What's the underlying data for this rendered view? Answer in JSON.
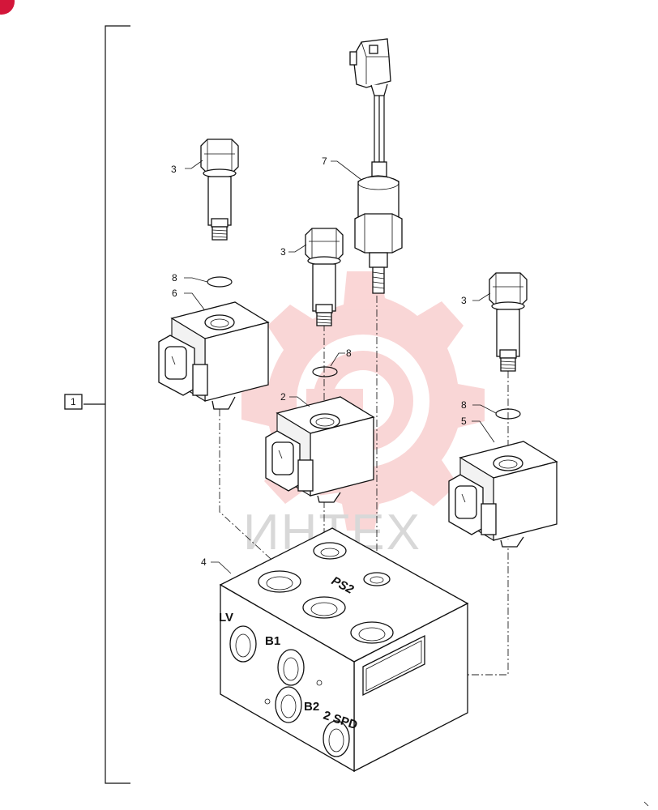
{
  "assembly_label": "1",
  "callouts": {
    "valve_upper_left": "3",
    "valve_center": "3",
    "valve_right": "3",
    "coil_center": "2",
    "manifold": "4",
    "coil_right": "5",
    "coil_left": "6",
    "pressure_switch": "7",
    "oring_left": "8",
    "oring_center": "8",
    "oring_right": "8"
  },
  "port_labels": {
    "lv": "LV",
    "b1": "B1",
    "b2": "B2",
    "two_spd": "2 SPD",
    "ps2": "PS2"
  },
  "watermark": "ИНТЕХ",
  "colors": {
    "watermark_gear": "#f5b5b5",
    "watermark_text": "#d8d8d8",
    "corner_badge": "#d3163a"
  }
}
